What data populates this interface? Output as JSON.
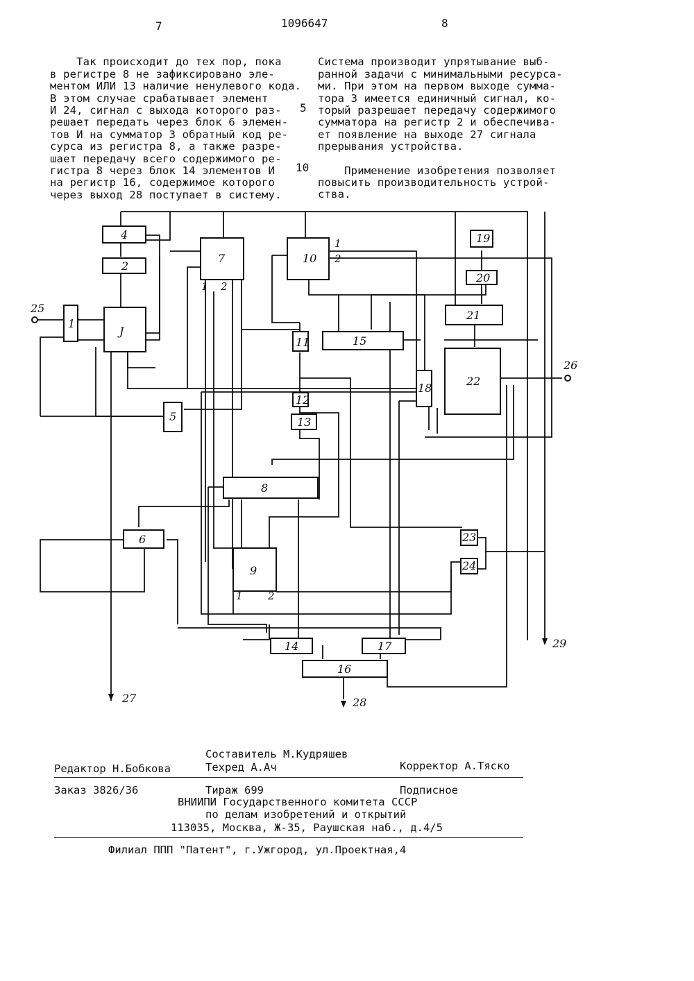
{
  "header": {
    "page_left": "7",
    "patent_number": "1096647",
    "page_right": "8"
  },
  "text_left": [
    "    Так происходит до тех пор, пока",
    "в регистре 8 не зафиксировано эле-",
    "ментом ИЛИ 13 наличие ненулевого кода.",
    "В этом случае срабатывает элемент",
    "И 24, сигнал с выхода которого раз-",
    "решает передать через блок 6 элемен-",
    "тов И на сумматор 3 обратный код ре-",
    "сурса из регистра 8, а также разре-",
    "шает передачу всего содержимого ре-",
    "гистра 8 через блок 14 элементов И",
    "на регистр 16, содержимое которого",
    "через выход 28 поступает в систему."
  ],
  "text_right": [
    "Система производит упрятывание выб-",
    "ранной задачи с минимальными ресурса-",
    "ми. При этом на первом выходе сумма-",
    "тора 3 имеется единичный сигнал, ко-",
    "торый разрешает передачу содержимого",
    "сумматора на регистр 2 и обеспечива-",
    "ет появление на выходе 27 сигнала",
    "прерывания устройства.",
    "",
    "    Применение изобретения позволяет",
    "повысить производительность устрой-",
    "ства."
  ],
  "line_numbers": [
    "5",
    "10"
  ],
  "diagram": {
    "blocks": [
      "1",
      "2",
      "J",
      "4",
      "5",
      "6",
      "7",
      "8",
      "9",
      "10",
      "11",
      "12",
      "13",
      "14",
      "15",
      "16",
      "17",
      "18",
      "19",
      "20",
      "21",
      "22",
      "23",
      "24"
    ],
    "terminals": [
      "25",
      "26",
      "27",
      "28",
      "29"
    ],
    "port_labels": [
      "1",
      "2",
      "1",
      "2",
      "1",
      "2"
    ]
  },
  "footer": {
    "compiler": "Составитель М.Кудряшев",
    "editor": "Редактор Н.Бобкова",
    "techred": "Техред А.Ач",
    "corrector": "Корректор А.Тяско",
    "order": "Заказ 3826/36",
    "circulation": "Тираж 699",
    "subscription": "Подписное",
    "org1": "ВНИИПИ Государственного комитета СССР",
    "org2": "по делам изобретений и открытий",
    "address": "113035, Москва, Ж-35, Раушская наб., д.4/5",
    "branch": "Филиал ППП \"Патент\", г.Ужгород, ул.Проектная,4"
  }
}
